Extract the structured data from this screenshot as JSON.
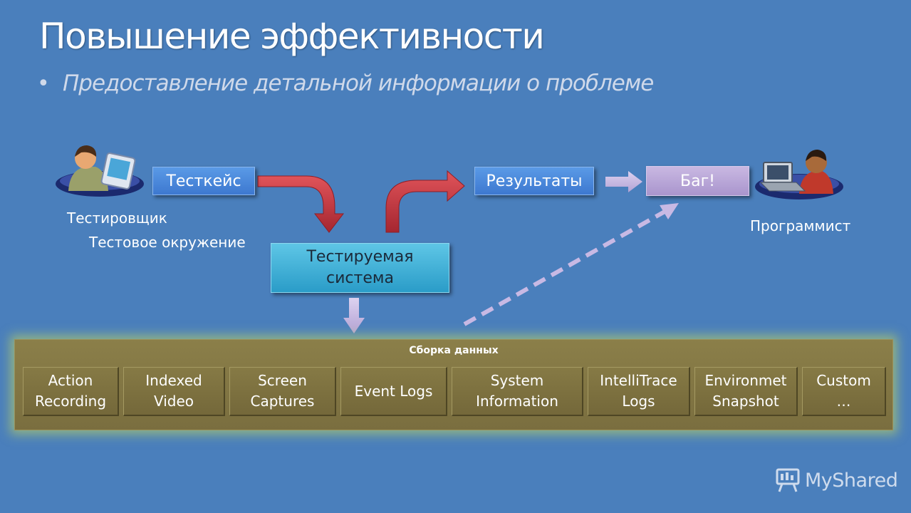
{
  "title": "Повышение эффективности",
  "subtitle": "Предоставление детальной информации о проблеме",
  "bullet": "•",
  "tester": {
    "label": "Тестировщик",
    "environment": "Тестовое окружение",
    "icon": "tester-with-pda-icon"
  },
  "programmer": {
    "label": "Программист",
    "icon": "programmer-with-laptop-icon"
  },
  "nodes": {
    "testcase": "Тесткейс",
    "results": "Результаты",
    "bug": "Баг!",
    "system_line1": "Тестируемая",
    "system_line2": "система"
  },
  "collection": {
    "title": "Сборка данных",
    "items": [
      "Action\nRecording",
      "Indexed\nVideo",
      "Screen\nCaptures",
      "Event Logs",
      "System\nInformation",
      "IntelliTrace\nLogs",
      "Environmet\nSnapshot",
      "Custom\n…"
    ]
  },
  "watermark": "MyShared",
  "colors": {
    "background": "#4a7fbc",
    "blue_box": "#3d78d0",
    "bug_box": "#b3a2d4",
    "system_box": "#2a9cc8",
    "collection_panel": "#7a6e3f",
    "red_arrow": "#c0323a",
    "lavender_arrow": "#c8b9e4"
  }
}
